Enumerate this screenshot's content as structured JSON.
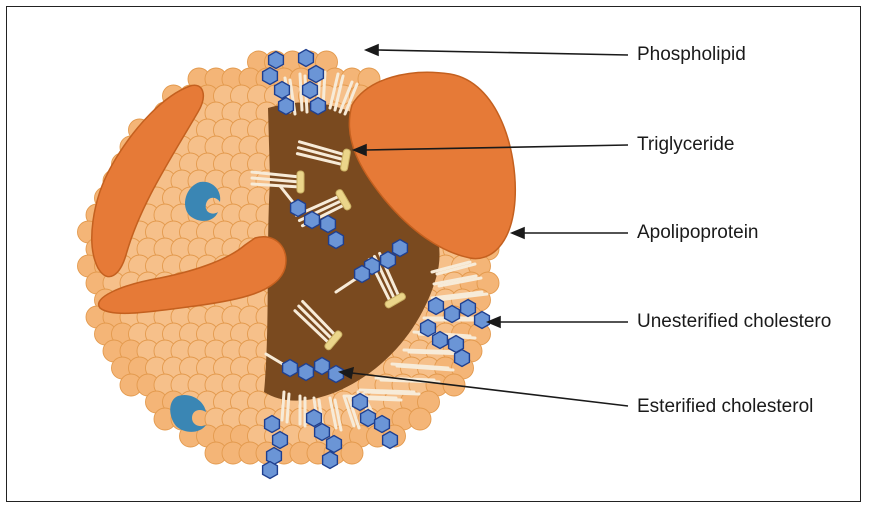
{
  "labels": {
    "phospholipid": "Phospholipid",
    "triglyceride": "Triglyceride",
    "apolipoprotein": "Apolipoprotein",
    "unesterified_cholesterol": "Unesterified cholestero",
    "esterified_cholesterol": "Esterified cholesterol"
  },
  "colors": {
    "phospholipid_head": "#F6BE84",
    "phospholipid_edge": "#E39A4E",
    "core": "#7A4A1F",
    "apolipoprotein": "#E67A37",
    "apolipoprotein_edge": "#C4601F",
    "cholesterol_fill": "#6B95D6",
    "cholesterol_edge": "#1F3F8F",
    "triglyceride_head": "#EBD58A",
    "tail": "#F7EBD8",
    "teal_protein": "#3A86B4",
    "arrow": "#1a1a1a"
  }
}
